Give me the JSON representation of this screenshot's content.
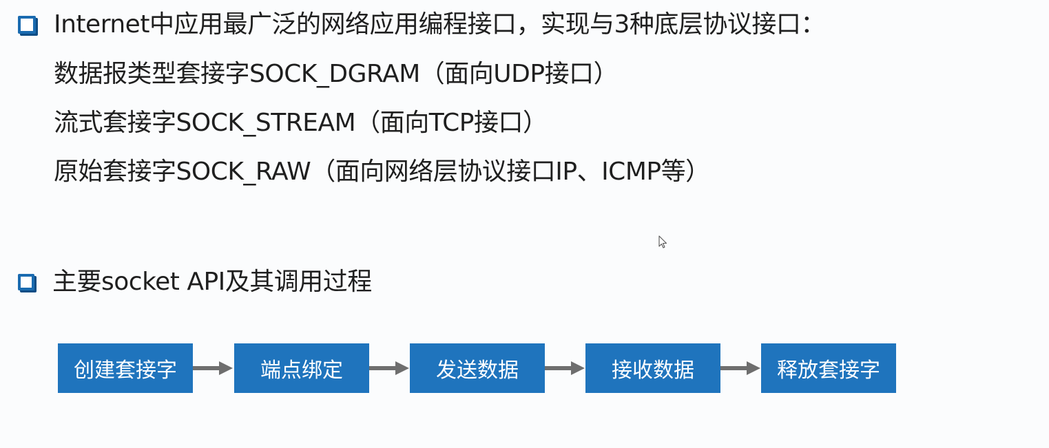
{
  "section1": {
    "heading": "Internet中应用最广泛的网络应用编程接口，实现与3种底层协议接口：",
    "lines": [
      "数据报类型套接字SOCK_DGRAM（面向UDP接口）",
      "流式套接字SOCK_STREAM（面向TCP接口）",
      "原始套接字SOCK_RAW（面向网络层协议接口IP、ICMP等）"
    ]
  },
  "section2": {
    "heading": "主要socket API及其调用过程"
  },
  "flow": {
    "steps": [
      "创建套接字",
      "端点绑定",
      "发送数据",
      "接收数据",
      "释放套接字"
    ]
  },
  "colors": {
    "bullet": "#1a6bb0",
    "box": "#1f74bd",
    "arrow": "#6e6e6e"
  },
  "icons": {
    "bullet": "checkbox-icon",
    "arrow": "right-arrow-icon",
    "cursor": "mouse-cursor-icon"
  }
}
